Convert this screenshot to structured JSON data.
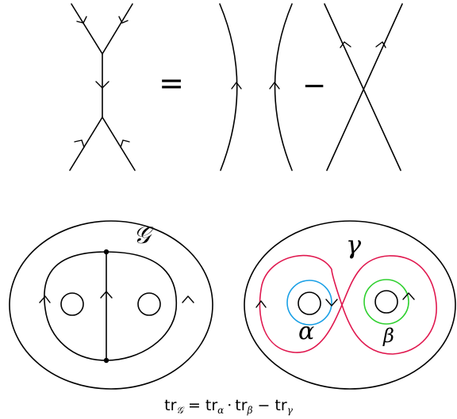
{
  "skein_relation": {
    "equals": "=",
    "minus": "−"
  },
  "left_surface": {
    "graph_label": "𝒢"
  },
  "right_surface": {
    "gamma_label": "γ",
    "alpha_label": "α",
    "beta_label": "β"
  },
  "formula": {
    "lhs_tr": "tr",
    "lhs_sub": "𝒢",
    "eq": "=",
    "tr_a": "tr",
    "sub_a": "α",
    "dot": "·",
    "tr_b": "tr",
    "sub_b": "β",
    "minus": "−",
    "tr_g": "tr",
    "sub_g": "γ"
  },
  "colors": {
    "gamma": "#e0184f",
    "alpha": "#1aa0e6",
    "beta": "#2fd02f",
    "ink": "#000000"
  }
}
